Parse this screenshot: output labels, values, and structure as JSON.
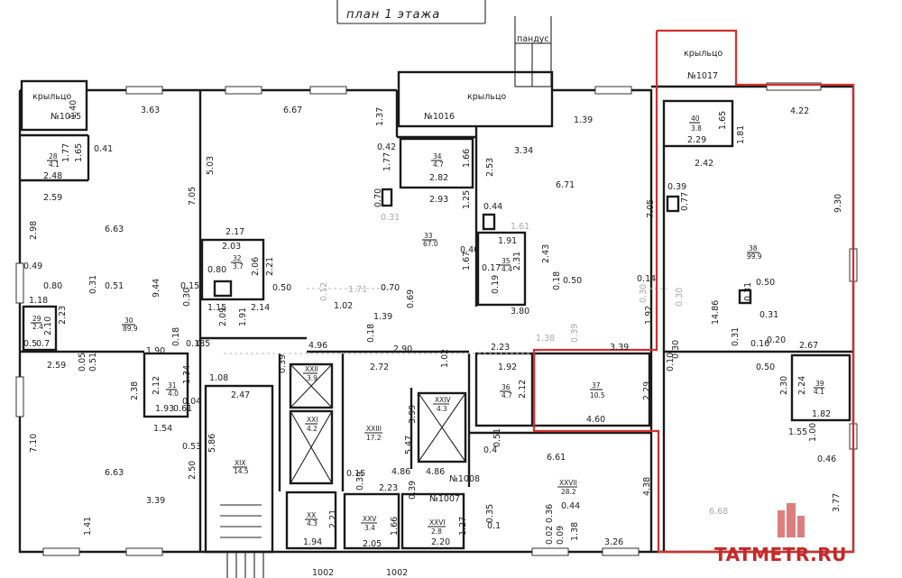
{
  "plan": {
    "title": "план 1 этажа",
    "ramp_label": "пандус",
    "porch_label": "крыльцо",
    "watermark": "TATMETR.RU",
    "highlight_color": "#d32f2f"
  },
  "porches": [
    {
      "id": "p1015",
      "name": "крыльцо",
      "number": "№1015"
    },
    {
      "id": "p1016",
      "name": "крыльцо",
      "number": "№1016"
    },
    {
      "id": "p1017",
      "name": "крыльцо",
      "number": "№1017"
    }
  ],
  "rooms": [
    {
      "num": "28",
      "area": "4.1"
    },
    {
      "num": "30",
      "area": "89.9"
    },
    {
      "num": "29",
      "area": "2.4"
    },
    {
      "num": "31",
      "area": "4.0"
    },
    {
      "num": "32",
      "area": "3.7"
    },
    {
      "num": "34",
      "area": "4.7"
    },
    {
      "num": "33",
      "area": "67.0"
    },
    {
      "num": "35",
      "area": "4.4"
    },
    {
      "num": "36",
      "area": "4.7"
    },
    {
      "num": "37",
      "area": "10.5"
    },
    {
      "num": "38",
      "area": "99.9"
    },
    {
      "num": "39",
      "area": "4.1"
    },
    {
      "num": "40",
      "area": "3.8"
    },
    {
      "num": "XIX",
      "area": "14.5"
    },
    {
      "num": "XX",
      "area": "4.3"
    },
    {
      "num": "XXI",
      "area": "4.2"
    },
    {
      "num": "XXII",
      "area": "3.9"
    },
    {
      "num": "XXIII",
      "area": "17.2"
    },
    {
      "num": "XXIV",
      "area": "4.3"
    },
    {
      "num": "XXV",
      "area": "3.4"
    },
    {
      "num": "XXVI",
      "area": "2.8"
    },
    {
      "num": "XXVII",
      "area": "28.2"
    }
  ],
  "doors": {
    "d1007": "№1007",
    "d1008": "№1008",
    "d1002a": "1002",
    "d1002b": "1002"
  },
  "dims": {
    "d001": "1.40",
    "d002": "3.63",
    "d003": "0.41",
    "d004": "1.77",
    "d005": "1.65",
    "d006": "2.48",
    "d007": "2.59",
    "d008": "6.63",
    "d009": "2.98",
    "d010": "0.49",
    "d011": "0.80",
    "d012": "1.18",
    "d013": "2.10",
    "d014": "2.23",
    "d015": "0.5",
    "d016": "0.7",
    "d017": "0.31",
    "d018": "0.51",
    "d019": "9.44",
    "d020": "0.30",
    "d021": "0.15",
    "d022": "2.59",
    "d023": "0.05",
    "d024": "0.51",
    "d025": "1.90",
    "d026": "0.18",
    "d027": "2.12",
    "d028": "1.34",
    "d029": "0.04",
    "d030": "1.93",
    "d031": "0.61",
    "d032": "1.54",
    "d033": "0.53",
    "d034": "2.38",
    "d035": "7.10",
    "d036": "6.63",
    "d037": "2.50",
    "d038": "3.39",
    "d039": "1.41",
    "d040": "6.67",
    "d041": "5.03",
    "d042": "7.05",
    "d043": "2.17",
    "d044": "2.03",
    "d045": "0.80",
    "d046": "2.06",
    "d047": "2.21",
    "d048": "1.15",
    "d049": "2.14",
    "d050": "0.50",
    "d051": "2.09",
    "d052": "1.91",
    "d053": "1.37",
    "d054": "0.42",
    "d055": "1.77",
    "d056": "2.82",
    "d057": "1.66",
    "d058": "2.93",
    "d059": "0.70",
    "d060": "0.31",
    "d061": "1.71",
    "d062": "0.70",
    "d063": "1.02",
    "d064": "1.39",
    "d065": "0.69",
    "d066": "0.12",
    "d067": "4.96",
    "d068": "2.90",
    "d069": "0.18",
    "d070": "2.72",
    "d071": "1.08",
    "d072": "2.47",
    "d073": "5.86",
    "d074": "1.39",
    "d075": "3.34",
    "d076": "2.53",
    "d077": "6.71",
    "d078": "1.25",
    "d079": "0.44",
    "d080": "1.61",
    "d081": "1.91",
    "d082": "0.40",
    "d083": "1.67",
    "d084": "2.31",
    "d085": "2.43",
    "d086": "0.17",
    "d087": "0.19",
    "d088": "0.18",
    "d089": "0.50",
    "d090": "3.80",
    "d091": "7.05",
    "d092": "0.14",
    "d093": "1.92",
    "d094": "0.30",
    "d095": "2.23",
    "d096": "1.38",
    "d097": "3.39",
    "d098": "1.92",
    "d099": "2.12",
    "d100": "2.29",
    "d101": "4.60",
    "d102": "0.39",
    "d103": "1.02",
    "d104": "3.99",
    "d105": "5.47",
    "d106": "4.86",
    "d107": "4.86",
    "d108": "0.15",
    "d109": "0.39",
    "d110": "2.23",
    "d111": "0.39",
    "d112": "0.4",
    "d113": "0.51",
    "d114": "6.61",
    "d115": "4.38",
    "d116": "0.36",
    "d117": "0.44",
    "d118": "0.35",
    "d119": "0.1",
    "d120": "0.02",
    "d121": "0.09",
    "d122": "1.38",
    "d123": "3.26",
    "d124": "2.21",
    "d125": "1.94",
    "d126": "2.05",
    "d127": "1.27",
    "d128": "2.20",
    "d129": "1.66",
    "d130": "4.22",
    "d131": "1.81",
    "d132": "1.65",
    "d133": "2.29",
    "d134": "2.42",
    "d135": "0.39",
    "d136": "0.77",
    "d137": "9.30",
    "d138": "14.86",
    "d139": "0.31",
    "d140": "0.50",
    "d141": "0.31",
    "d142": "0.10",
    "d143": "0.30",
    "d144": "0.30",
    "d145": "0.20",
    "d146": "2.67",
    "d147": "0.50",
    "d148": "2.30",
    "d149": "2.24",
    "d150": "1.82",
    "d151": "1.55",
    "d152": "1.00",
    "d153": "0.46",
    "d154": "3.77",
    "d155": "6.68",
    "d156": "0.39",
    "d157": "0.18",
    "d158": "0.5",
    "d159": "0.31",
    "d160": "0.16"
  }
}
